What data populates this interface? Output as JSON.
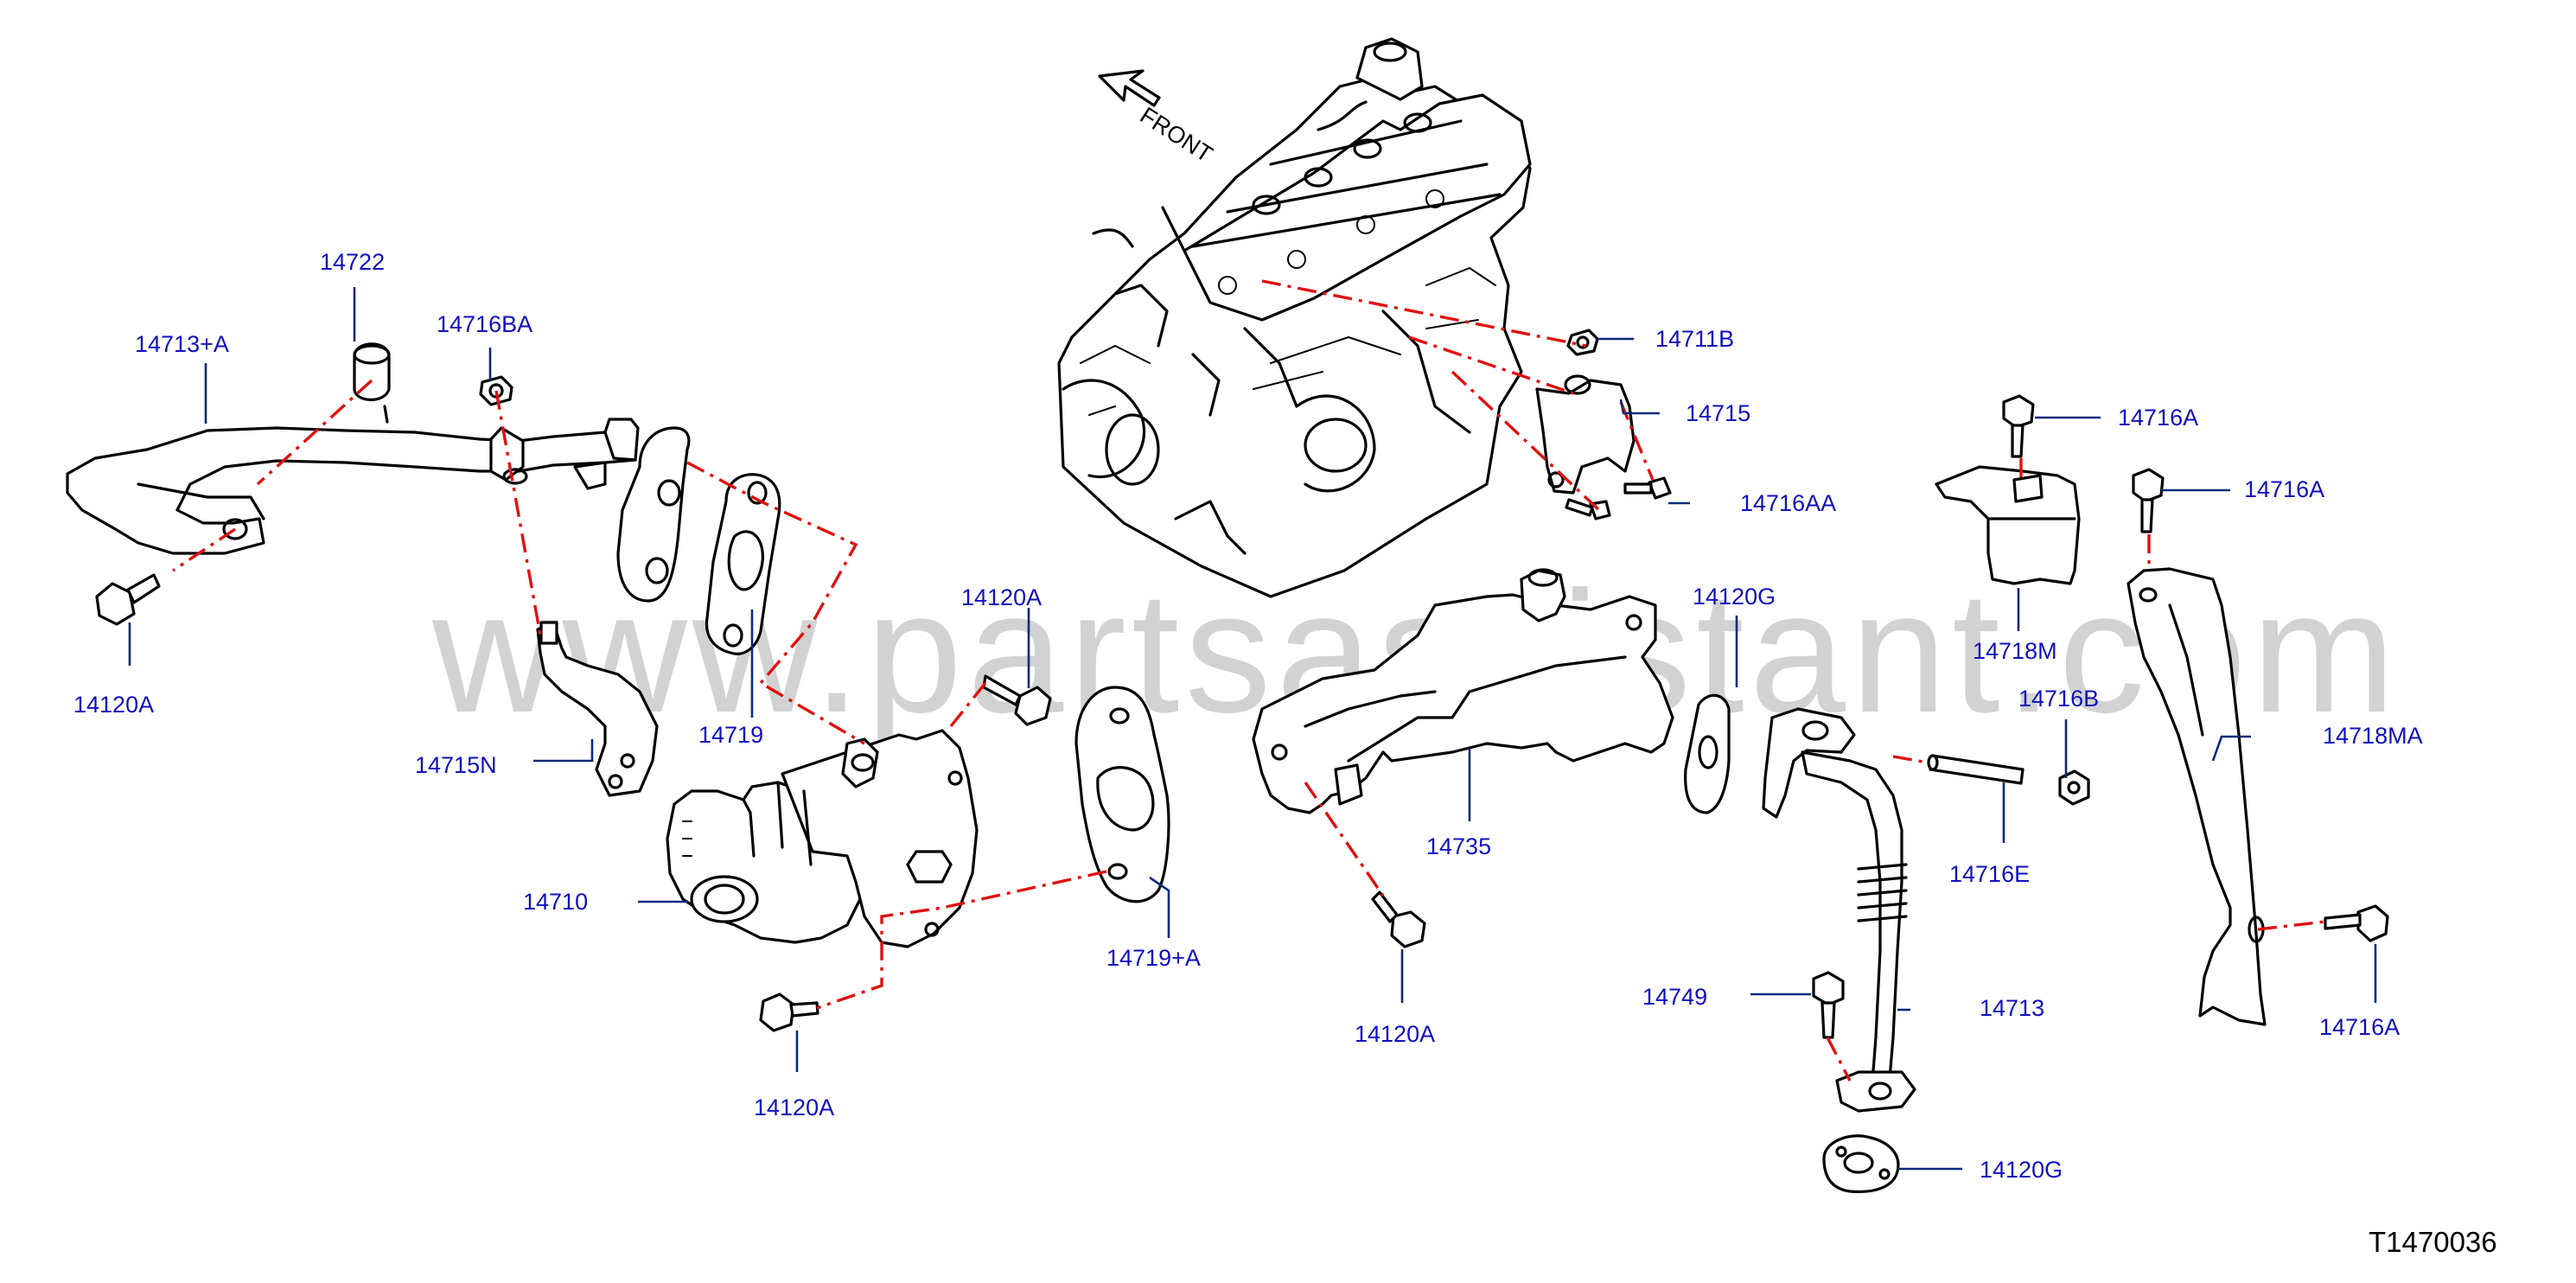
{
  "watermark": "www.partsassistant.com",
  "front_label": "FRONT",
  "diagram_code": "T1470036",
  "callouts": {
    "l14722": "14722",
    "l14713A": "14713+A",
    "l14716BA": "14716BA",
    "l14120A_a": "14120A",
    "l14715N": "14715N",
    "l14719": "14719",
    "l14710": "14710",
    "l14120A_b": "14120A",
    "l14120A_c": "14120A",
    "l14719A": "14719+A",
    "l14711B": "14711B",
    "l14715": "14715",
    "l14716AA": "14716AA",
    "l14735": "14735",
    "l14120A_d": "14120A",
    "l14120G_a": "14120G",
    "l14716A_a": "14716A",
    "l14716A_b": "14716A",
    "l14718M": "14718M",
    "l14716B": "14716B",
    "l14718MA": "14718MA",
    "l14716E": "14716E",
    "l14749": "14749",
    "l14713": "14713",
    "l14716A_c": "14716A",
    "l14120G_b": "14120G"
  }
}
